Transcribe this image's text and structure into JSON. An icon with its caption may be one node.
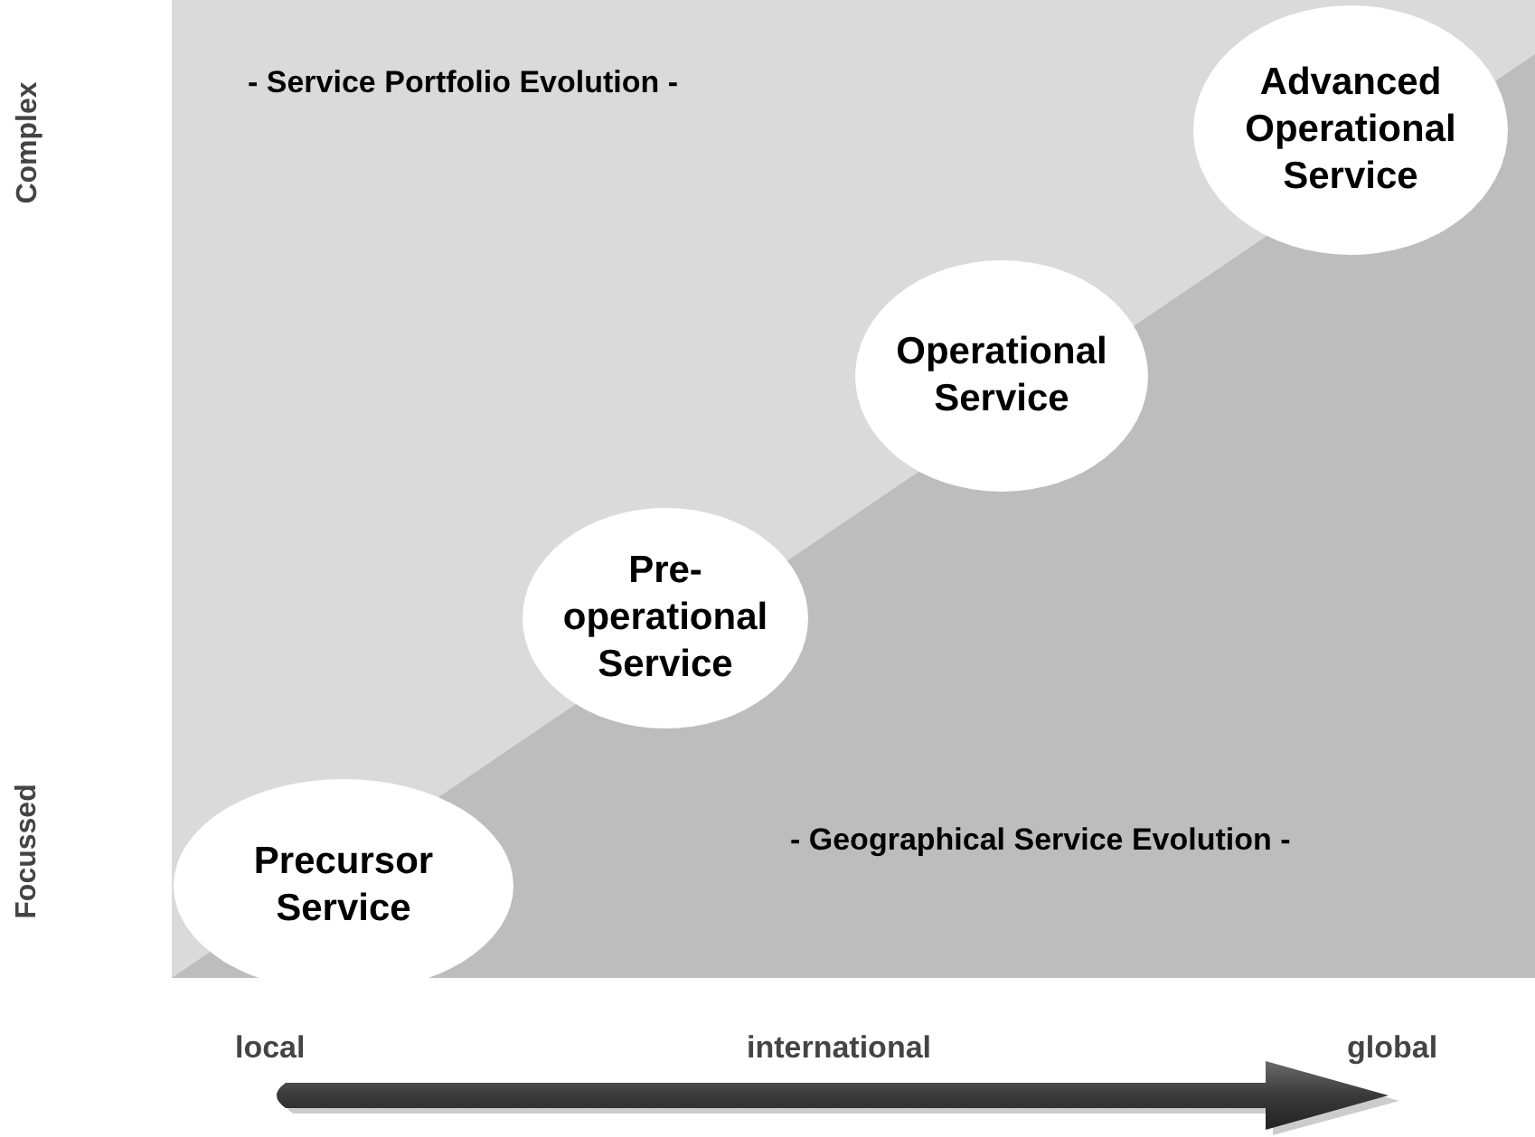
{
  "diagram": {
    "nodes": [
      {
        "text": [
          "Precursor Service"
        ]
      },
      {
        "text": [
          "Pre-operational Service"
        ]
      },
      {
        "text": [
          "Operational Service"
        ]
      },
      {
        "text": [
          "Advanced Operational Service"
        ]
      }
    ],
    "labels": [
      "- Service Portfolio Evolution -",
      "Complex",
      "Focussed",
      "- Geographical Service Evolution -",
      "local",
      "international",
      "global"
    ]
  }
}
